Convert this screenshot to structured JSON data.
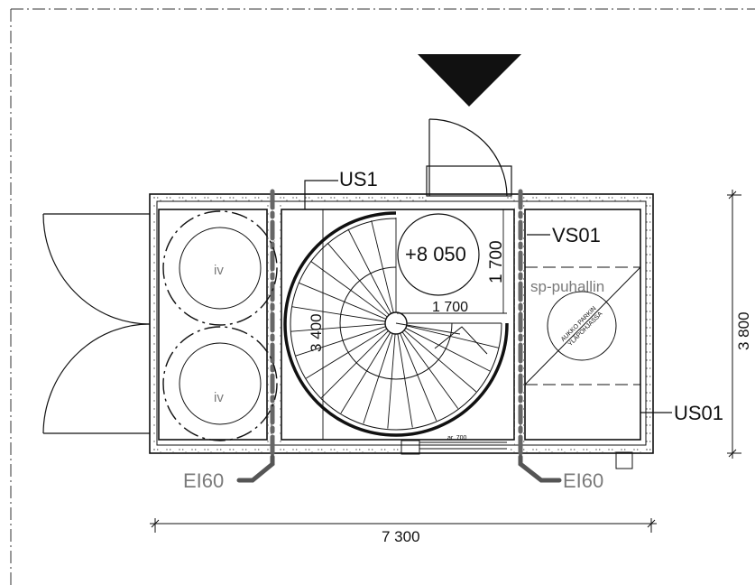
{
  "drawing": {
    "room_labels": {
      "iv_top": "iv",
      "iv_bottom": "iv",
      "level": "+8 050",
      "fan": "sp-puhallin",
      "opening_line1": "AUKKO PARKIN",
      "opening_line2": "YLÄPOHJASSA",
      "door_width": "ar. 700"
    },
    "tags": {
      "us1": "US1",
      "vs01": "VS01",
      "us01": "US01",
      "ei60_left": "EI60",
      "ei60_right": "EI60"
    },
    "dimensions": {
      "total_width": "7 300",
      "total_depth": "3 800",
      "stair_depth": "3 400",
      "landing_width": "1 700",
      "landing_depth": "1 700"
    }
  },
  "colors": {
    "line": "#111111",
    "fire_wall": "#666666",
    "annotation_grey": "#7a7a7a"
  }
}
